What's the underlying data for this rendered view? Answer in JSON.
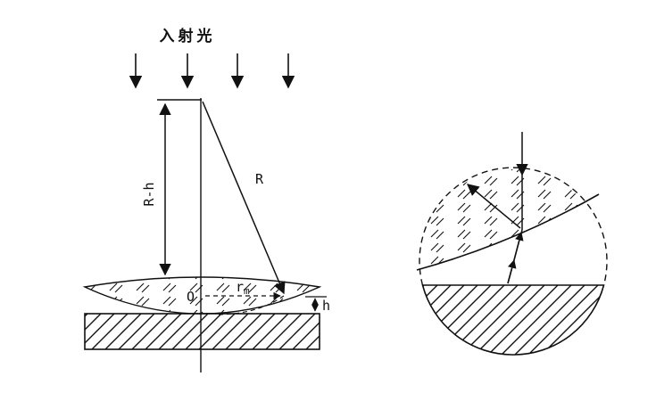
{
  "figure": {
    "title": "入射光",
    "colors": {
      "ink": "#111111",
      "background": "#ffffff"
    },
    "left_diagram": {
      "labels": {
        "radius_minus_h": "R-h",
        "radius": "R",
        "origin": "O",
        "ring_radius_base": "r",
        "ring_radius_sub": "m",
        "gap_height": "h"
      }
    },
    "right_diagram": {
      "description": "magnified-contact-region-inset"
    }
  }
}
